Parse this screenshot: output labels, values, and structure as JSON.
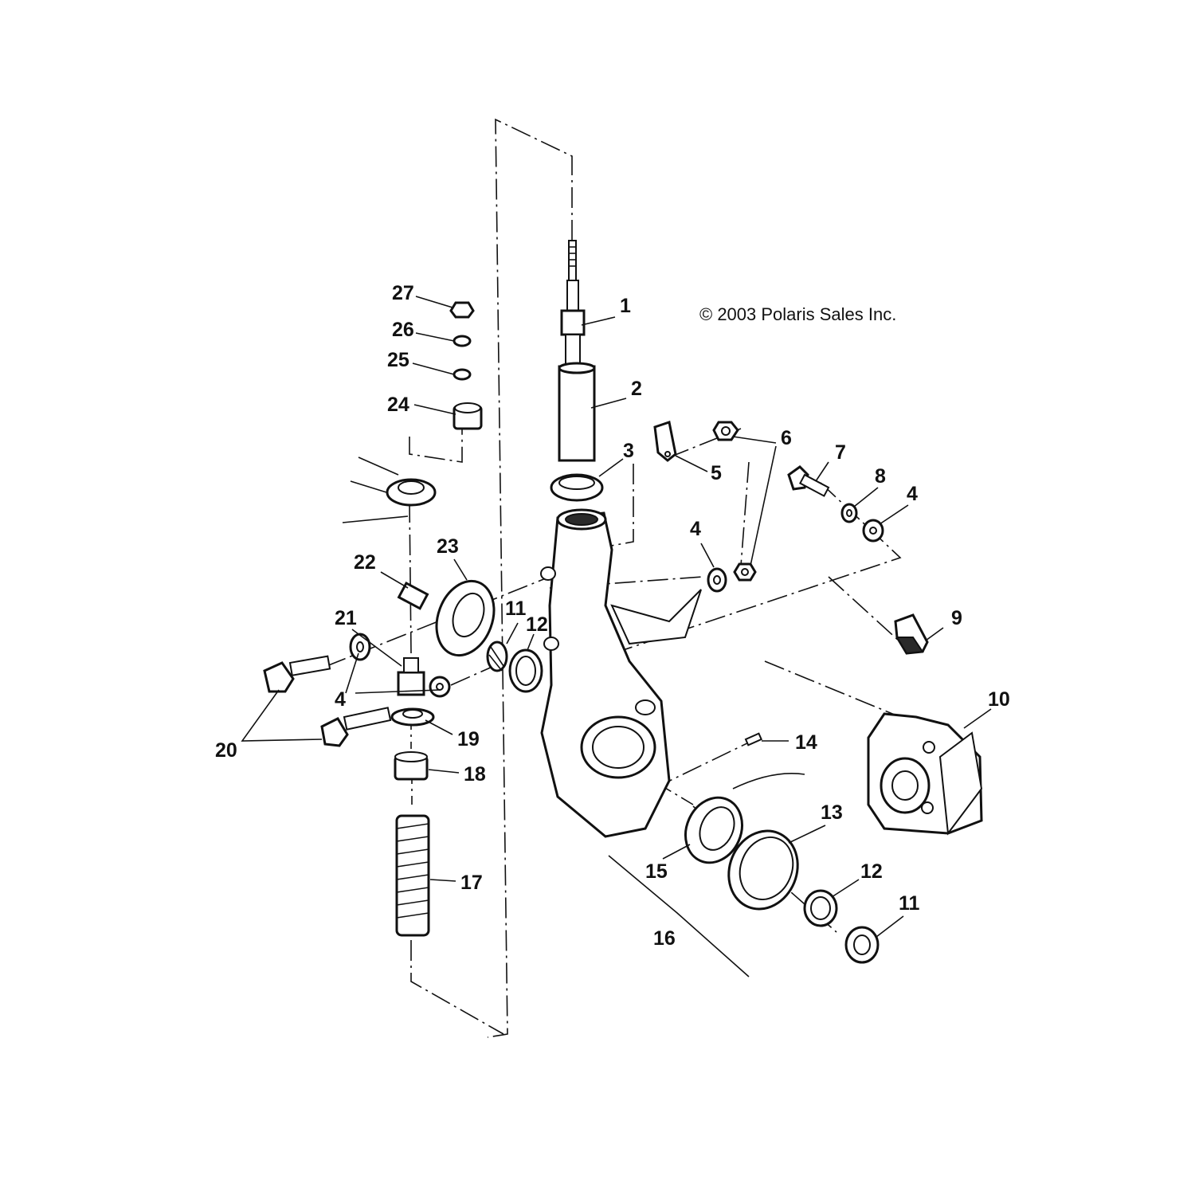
{
  "copyright": "© 2003 Polaris Sales Inc.",
  "callouts": [
    {
      "id": "c1",
      "text": "1"
    },
    {
      "id": "c2",
      "text": "2"
    },
    {
      "id": "c3",
      "text": "3"
    },
    {
      "id": "c4a",
      "text": "4"
    },
    {
      "id": "c4b",
      "text": "4"
    },
    {
      "id": "c4c",
      "text": "4"
    },
    {
      "id": "c5",
      "text": "5"
    },
    {
      "id": "c6",
      "text": "6"
    },
    {
      "id": "c7",
      "text": "7"
    },
    {
      "id": "c8",
      "text": "8"
    },
    {
      "id": "c9",
      "text": "9"
    },
    {
      "id": "c10",
      "text": "10"
    },
    {
      "id": "c11a",
      "text": "11"
    },
    {
      "id": "c11b",
      "text": "11"
    },
    {
      "id": "c12a",
      "text": "12"
    },
    {
      "id": "c12b",
      "text": "12"
    },
    {
      "id": "c13",
      "text": "13"
    },
    {
      "id": "c14",
      "text": "14"
    },
    {
      "id": "c15",
      "text": "15"
    },
    {
      "id": "c16",
      "text": "16"
    },
    {
      "id": "c17",
      "text": "17"
    },
    {
      "id": "c18",
      "text": "18"
    },
    {
      "id": "c19",
      "text": "19"
    },
    {
      "id": "c20",
      "text": "20"
    },
    {
      "id": "c21",
      "text": "21"
    },
    {
      "id": "c22",
      "text": "22"
    },
    {
      "id": "c23",
      "text": "23"
    },
    {
      "id": "c24",
      "text": "24"
    },
    {
      "id": "c25",
      "text": "25"
    },
    {
      "id": "c26",
      "text": "26"
    },
    {
      "id": "c27",
      "text": "27"
    }
  ]
}
